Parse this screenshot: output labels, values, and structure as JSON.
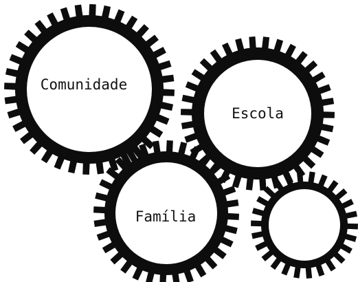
{
  "colors": {
    "gear": "#0d0d0d",
    "hub": "#ffffff",
    "text": "#111111"
  },
  "gears": [
    {
      "id": "comunidade",
      "label": "Comunidade"
    },
    {
      "id": "escola",
      "label": "Escola"
    },
    {
      "id": "familia",
      "label": "Família"
    },
    {
      "id": "blank",
      "label": ""
    }
  ]
}
